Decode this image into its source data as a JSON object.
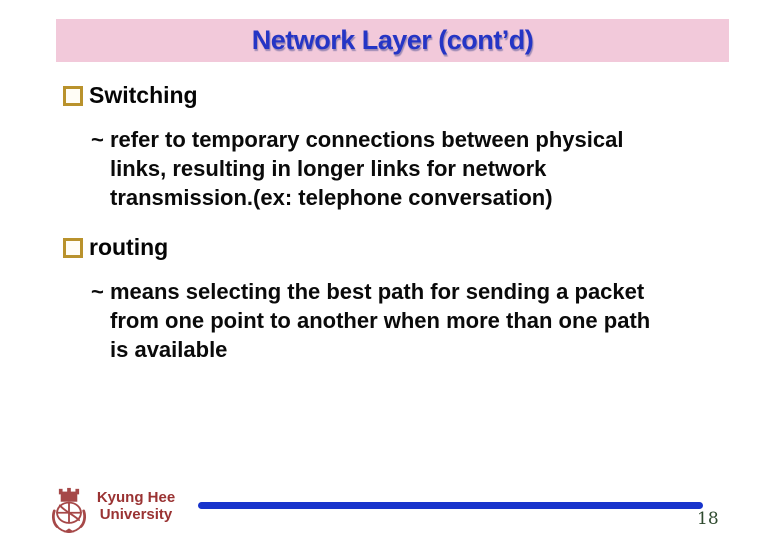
{
  "slide": {
    "title": "Network Layer (cont’d)",
    "sections": [
      {
        "heading": "Switching",
        "body_lines": [
          "~ refer to temporary connections between physical",
          "links, resulting in longer links for network",
          "transmission.(ex: telephone conversation)"
        ]
      },
      {
        "heading": "routing",
        "body_lines": [
          "~ means selecting the best path for sending a packet",
          "from one point to another when more than one path",
          "is available"
        ]
      }
    ],
    "footer": {
      "institution_line1": "Kyung Hee",
      "institution_line2": "University",
      "page_number": "18"
    },
    "colors": {
      "header_bg": "#F2C9DA",
      "title_blue": "#2535C5",
      "bullet_gold": "#B9922C",
      "body_black": "#0A0A0A",
      "footer_red": "#9A3333",
      "divider_blue": "#1834CC",
      "page_number_green": "#2E4A2E"
    }
  }
}
